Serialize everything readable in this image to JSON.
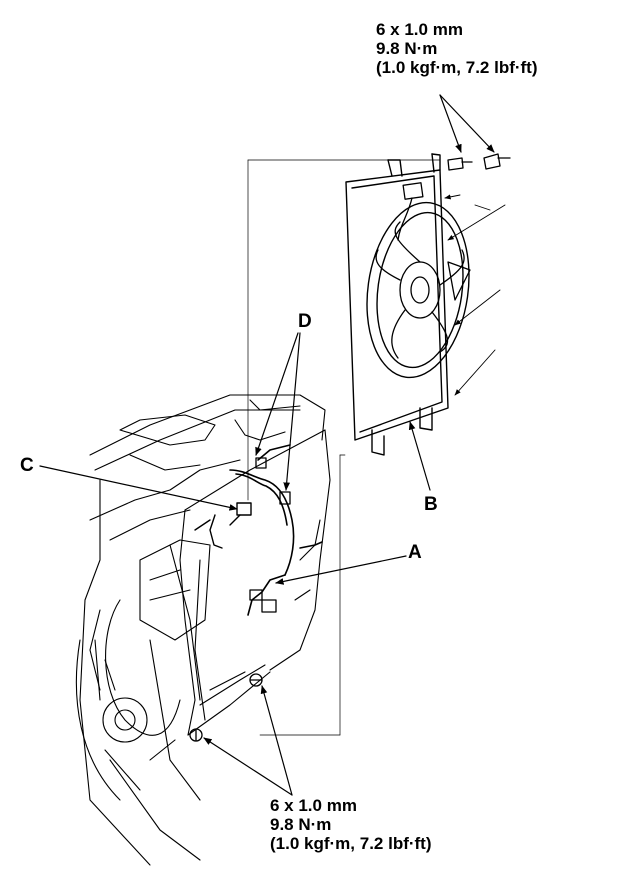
{
  "colors": {
    "ink": "#000000",
    "paper": "#ffffff"
  },
  "torque_specs": {
    "top": {
      "size": "6 x 1.0 mm",
      "torque": "9.8 N·m",
      "alt": "(1.0 kgf·m, 7.2 lbf·ft)"
    },
    "bottom": {
      "size": "6 x 1.0 mm",
      "torque": "9.8 N·m",
      "alt": "(1.0 kgf·m, 7.2 lbf·ft)"
    }
  },
  "callouts": {
    "a": "A",
    "b": "B",
    "c": "C",
    "d": "D"
  },
  "icons": [
    "bolt-icon",
    "cooling-fan-icon",
    "connector-icon",
    "harness-clip-icon"
  ]
}
